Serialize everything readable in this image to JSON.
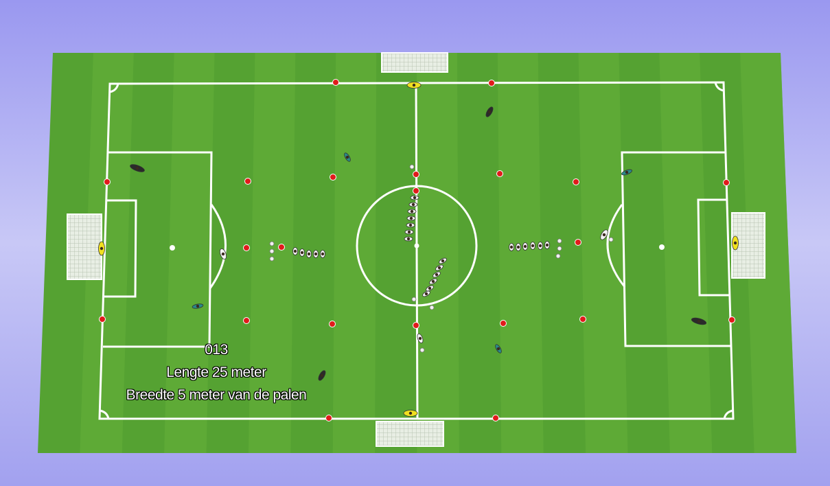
{
  "annotation": {
    "number": "013",
    "length": "Lengte 25 meter",
    "width": "Breedte 5 meter van de palen"
  },
  "colors": {
    "background_top": "#9e9cf2",
    "background_bottom": "#a4a3f0",
    "grass_dark": "#4d9a2c",
    "grass_light": "#66b03b",
    "line": "#ffffff",
    "cone": "#e01b1b",
    "goalkeeper": "#f0e020",
    "outfield_team": "#f4f4f4",
    "defender_dark": "#2a2a2a",
    "defender_teal": "#2a8a8a"
  },
  "icons": [
    "goal-net-icon",
    "cone-icon",
    "player-icon",
    "ball-icon"
  ]
}
